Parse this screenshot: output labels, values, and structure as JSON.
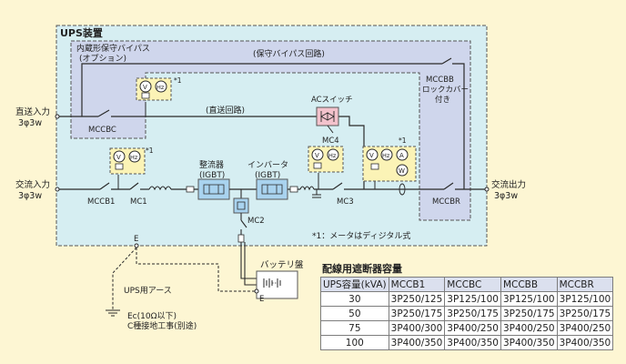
{
  "diagram": {
    "ups_title": "UPS装置",
    "bypass_option_title": "内蔵形保守バイパス",
    "bypass_option_sub": "(オプション)",
    "maintenance_bypass_line": "(保守バイパス回路)",
    "direct_line": "(直送回路)",
    "ac_switch": "ACスイッチ",
    "rectifier": "整流器",
    "rectifier_sub": "(IGBT)",
    "inverter": "インバータ",
    "inverter_sub": "(IGBT)",
    "direct_input": "直送入力",
    "direct_input_sub": "3φ3w",
    "ac_input": "交流入力",
    "ac_input_sub": "3φ3w",
    "ac_output": "交流出力",
    "ac_output_sub": "3φ3w",
    "mccbc": "MCCBC",
    "mccb1": "MCCB1",
    "mc1": "MC1",
    "mc3": "MC3",
    "mc4": "MC4",
    "mc2": "MC2",
    "mccbr": "MCCBR",
    "mccbb": "MCCBB",
    "mccbb_sub1": "ロックカバー",
    "mccbb_sub2": "付き",
    "meter_note": "*1：メータはディジタル式",
    "meter_mark": "*1",
    "earth_terminal": "E",
    "earth_terminal2": "E",
    "battery_panel": "バッテリ盤",
    "ups_earth": "UPS用アース",
    "earth_resist": "Ec(10Ω以下)",
    "earth_class": "C種接地工事(別途)",
    "meter_v": "V",
    "meter_hz": "Hz",
    "meter_a": "A",
    "meter_w": "W"
  },
  "breaker_table": {
    "title": "配線用遮断器容量",
    "headers": [
      "UPS容量(kVA)",
      "MCCB1",
      "MCCBC",
      "MCCBB",
      "MCCBR"
    ],
    "rows": [
      [
        "30",
        "3P250/125",
        "3P125/100",
        "3P125/100",
        "3P125/100"
      ],
      [
        "50",
        "3P250/175",
        "3P250/175",
        "3P250/175",
        "3P250/175"
      ],
      [
        "75",
        "3P400/300",
        "3P400/250",
        "3P400/250",
        "3P400/250"
      ],
      [
        "100",
        "3P400/350",
        "3P400/350",
        "3P400/350",
        "3P400/350"
      ]
    ]
  },
  "colors": {
    "background": "#fdf6d3",
    "ups_box": "#d6eef2",
    "bypass_box": "#cfd6ec",
    "meter_box": "#fbf3b6",
    "converter_box": "#a9d3ef",
    "ac_switch_box": "#f3c2cc",
    "line": "#2a2a2a"
  }
}
